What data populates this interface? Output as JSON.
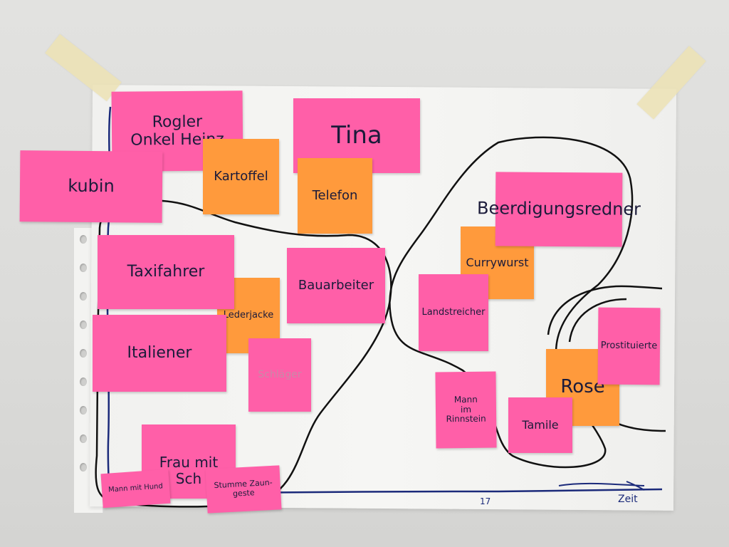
{
  "notes": {
    "rogler": "Rogler\nOnkel Heinz",
    "tina": "Tina",
    "kubin": "kubin",
    "kartoffel": "Kartoffel",
    "telefon": "Telefon",
    "beerdigung": "Beerdigungsredner",
    "taxifahrer": "Taxifahrer",
    "bauarbeiter": "Bauarbeiter",
    "currywurst": "Currywurst",
    "lederjacke": "Lederjacke",
    "landstreicher": "Landstreicher",
    "prostituierte": "Prostituierte",
    "italiener": "Italiener",
    "schlaeger": "Schläger",
    "rose": "Rose",
    "mann_rinnstein": "Mann\nim\nRinnstein",
    "tamile": "Tamile",
    "frau_mit": "Frau mit\nSch",
    "mann_mit_hund": "Mann mit Hund",
    "stumme": "Stumme Zaun-\ngeste"
  },
  "axis": {
    "tick": "17",
    "label": "Zeit"
  },
  "colors": {
    "pink": "#ff5fa8",
    "orange": "#ff9a3c",
    "marker_black": "#111111",
    "marker_blue": "#1b2a7a"
  }
}
